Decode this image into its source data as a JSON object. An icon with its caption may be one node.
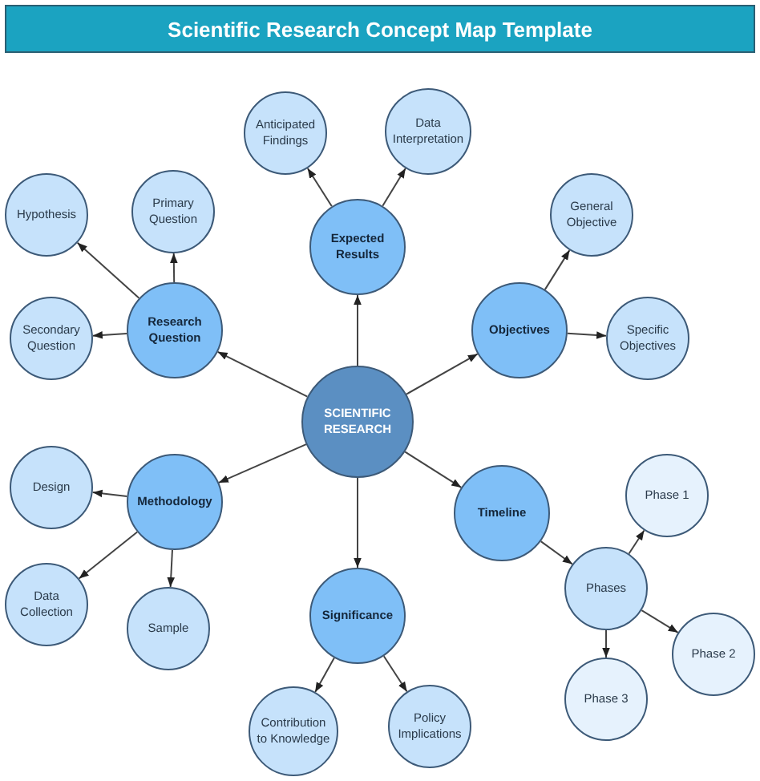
{
  "diagram": {
    "title": "Scientific Research Concept Map Template",
    "nodes": [
      {
        "text": [
          "SCIENTIFIC RESEARCH"
        ]
      },
      {
        "text": [
          "Research Question"
        ]
      },
      {
        "text": [
          "Expected Results"
        ]
      },
      {
        "text": [
          "Objectives"
        ]
      },
      {
        "text": [
          "Methodology"
        ]
      },
      {
        "text": [
          "Timeline"
        ]
      },
      {
        "text": [
          "Significance"
        ]
      },
      {
        "text": [
          "Hypothesis"
        ]
      },
      {
        "text": [
          "Primary Question"
        ]
      },
      {
        "text": [
          "Secondary Question"
        ]
      },
      {
        "text": [
          "Anticipated Findings"
        ]
      },
      {
        "text": [
          "Data Interpretation"
        ]
      },
      {
        "text": [
          "General Objective"
        ]
      },
      {
        "text": [
          "Specific Objectives"
        ]
      },
      {
        "text": [
          "Design"
        ]
      },
      {
        "text": [
          "Data Collection"
        ]
      },
      {
        "text": [
          "Sample"
        ]
      },
      {
        "text": [
          "Contribution to Knowledge"
        ]
      },
      {
        "text": [
          "Policy Implications"
        ]
      },
      {
        "text": [
          "Phases"
        ]
      },
      {
        "text": [
          "Phase 1"
        ]
      },
      {
        "text": [
          "Phase 2"
        ]
      },
      {
        "text": [
          "Phase 3"
        ]
      }
    ],
    "edges": [
      {
        "from": 0,
        "to": 1,
        "arrow": "to"
      },
      {
        "from": 0,
        "to": 2,
        "arrow": "to"
      },
      {
        "from": 0,
        "to": 3,
        "arrow": "to"
      },
      {
        "from": 0,
        "to": 4,
        "arrow": "to"
      },
      {
        "from": 0,
        "to": 5,
        "arrow": "to"
      },
      {
        "from": 0,
        "to": 6,
        "arrow": "to"
      },
      {
        "from": 1,
        "to": 7,
        "arrow": "to"
      },
      {
        "from": 1,
        "to": 8,
        "arrow": "to"
      },
      {
        "from": 1,
        "to": 9,
        "arrow": "to"
      },
      {
        "from": 2,
        "to": 10,
        "arrow": "to"
      },
      {
        "from": 2,
        "to": 11,
        "arrow": "to"
      },
      {
        "from": 3,
        "to": 12,
        "arrow": "to"
      },
      {
        "from": 3,
        "to": 13,
        "arrow": "to"
      },
      {
        "from": 4,
        "to": 14,
        "arrow": "to"
      },
      {
        "from": 4,
        "to": 15,
        "arrow": "to"
      },
      {
        "from": 4,
        "to": 16,
        "arrow": "to"
      },
      {
        "from": 6,
        "to": 17,
        "arrow": "to"
      },
      {
        "from": 6,
        "to": 18,
        "arrow": "to"
      },
      {
        "from": 5,
        "to": 19,
        "arrow": "to"
      },
      {
        "from": 19,
        "to": 20,
        "arrow": "to"
      },
      {
        "from": 19,
        "to": 21,
        "arrow": "to"
      },
      {
        "from": 19,
        "to": 22,
        "arrow": "to"
      }
    ]
  }
}
